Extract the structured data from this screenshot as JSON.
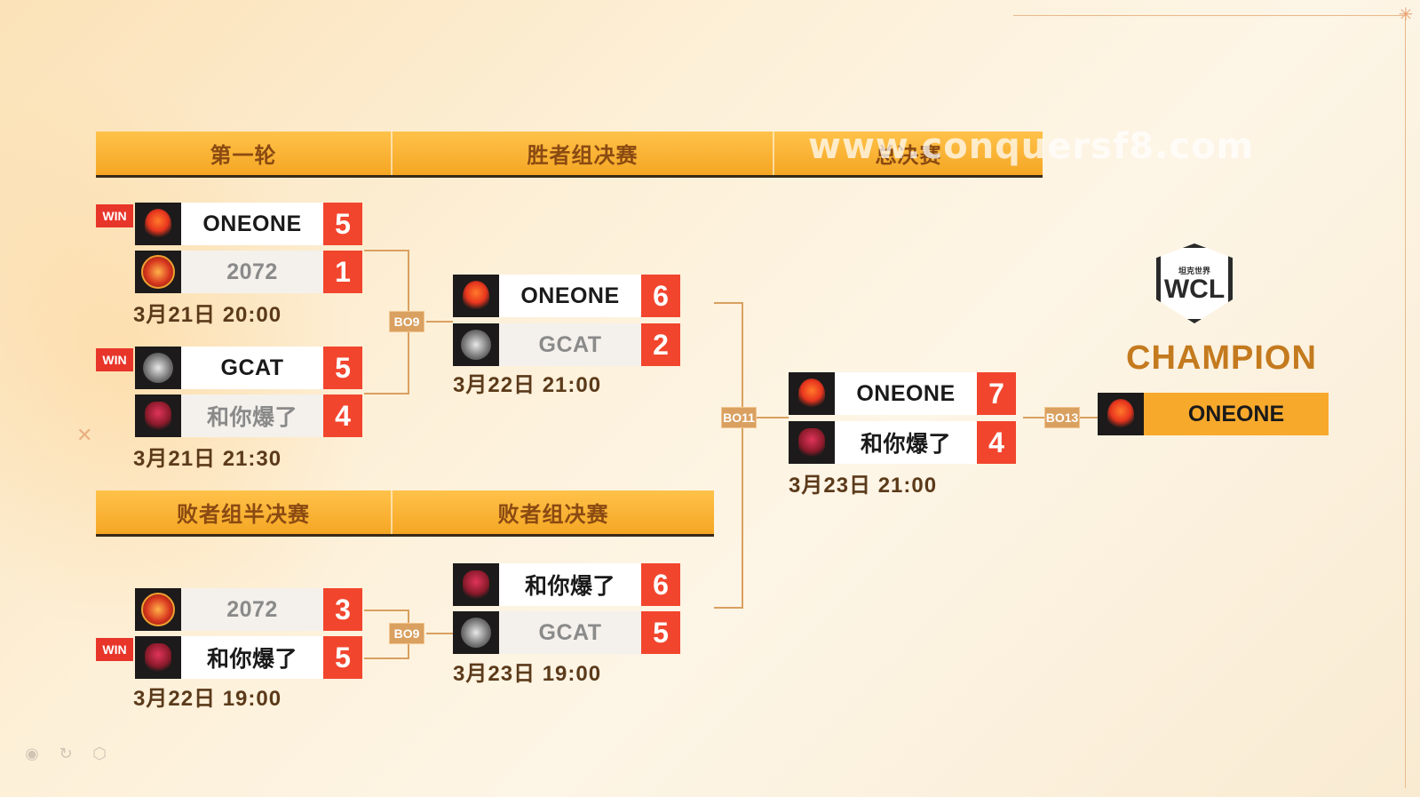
{
  "headers": {
    "round1": "第一轮",
    "winners_final": "胜者组决赛",
    "grand_final": "总决赛",
    "losers_semi": "败者组半决赛",
    "losers_final": "败者组决赛"
  },
  "watermark": "www.conquersf8.com",
  "win_label": "WIN",
  "matches": {
    "r1a": {
      "team1": "ONEONE",
      "score1": "5",
      "team2": "2072",
      "score2": "1",
      "date": "3月21日 20:00"
    },
    "r1b": {
      "team1": "GCAT",
      "score1": "5",
      "team2": "和你爆了",
      "score2": "4",
      "date": "3月21日 21:30"
    },
    "wf": {
      "team1": "ONEONE",
      "score1": "6",
      "team2": "GCAT",
      "score2": "2",
      "date": "3月22日 21:00",
      "bo": "BO9"
    },
    "ls": {
      "team1": "2072",
      "score1": "3",
      "team2": "和你爆了",
      "score2": "5",
      "date": "3月22日 19:00",
      "bo": "BO9"
    },
    "lf": {
      "team1": "和你爆了",
      "score1": "6",
      "team2": "GCAT",
      "score2": "5",
      "date": "3月23日 19:00"
    },
    "gf": {
      "team1": "ONEONE",
      "score1": "7",
      "team2": "和你爆了",
      "score2": "4",
      "date": "3月23日 21:00",
      "bo": "BO11"
    }
  },
  "champion": {
    "logo_small": "坦克世界",
    "logo_text": "WCL",
    "title": "CHAMPION",
    "team": "ONEONE",
    "bo": "BO13"
  },
  "logo_caption_hnbl": "和你爆了",
  "logo_caption_2072": "2072",
  "logo_caption_gcat": "G-CAT",
  "colors": {
    "accent": "#f5a623",
    "score": "#f2452d",
    "date": "#5b3a1a",
    "connector": "#d9a060"
  }
}
